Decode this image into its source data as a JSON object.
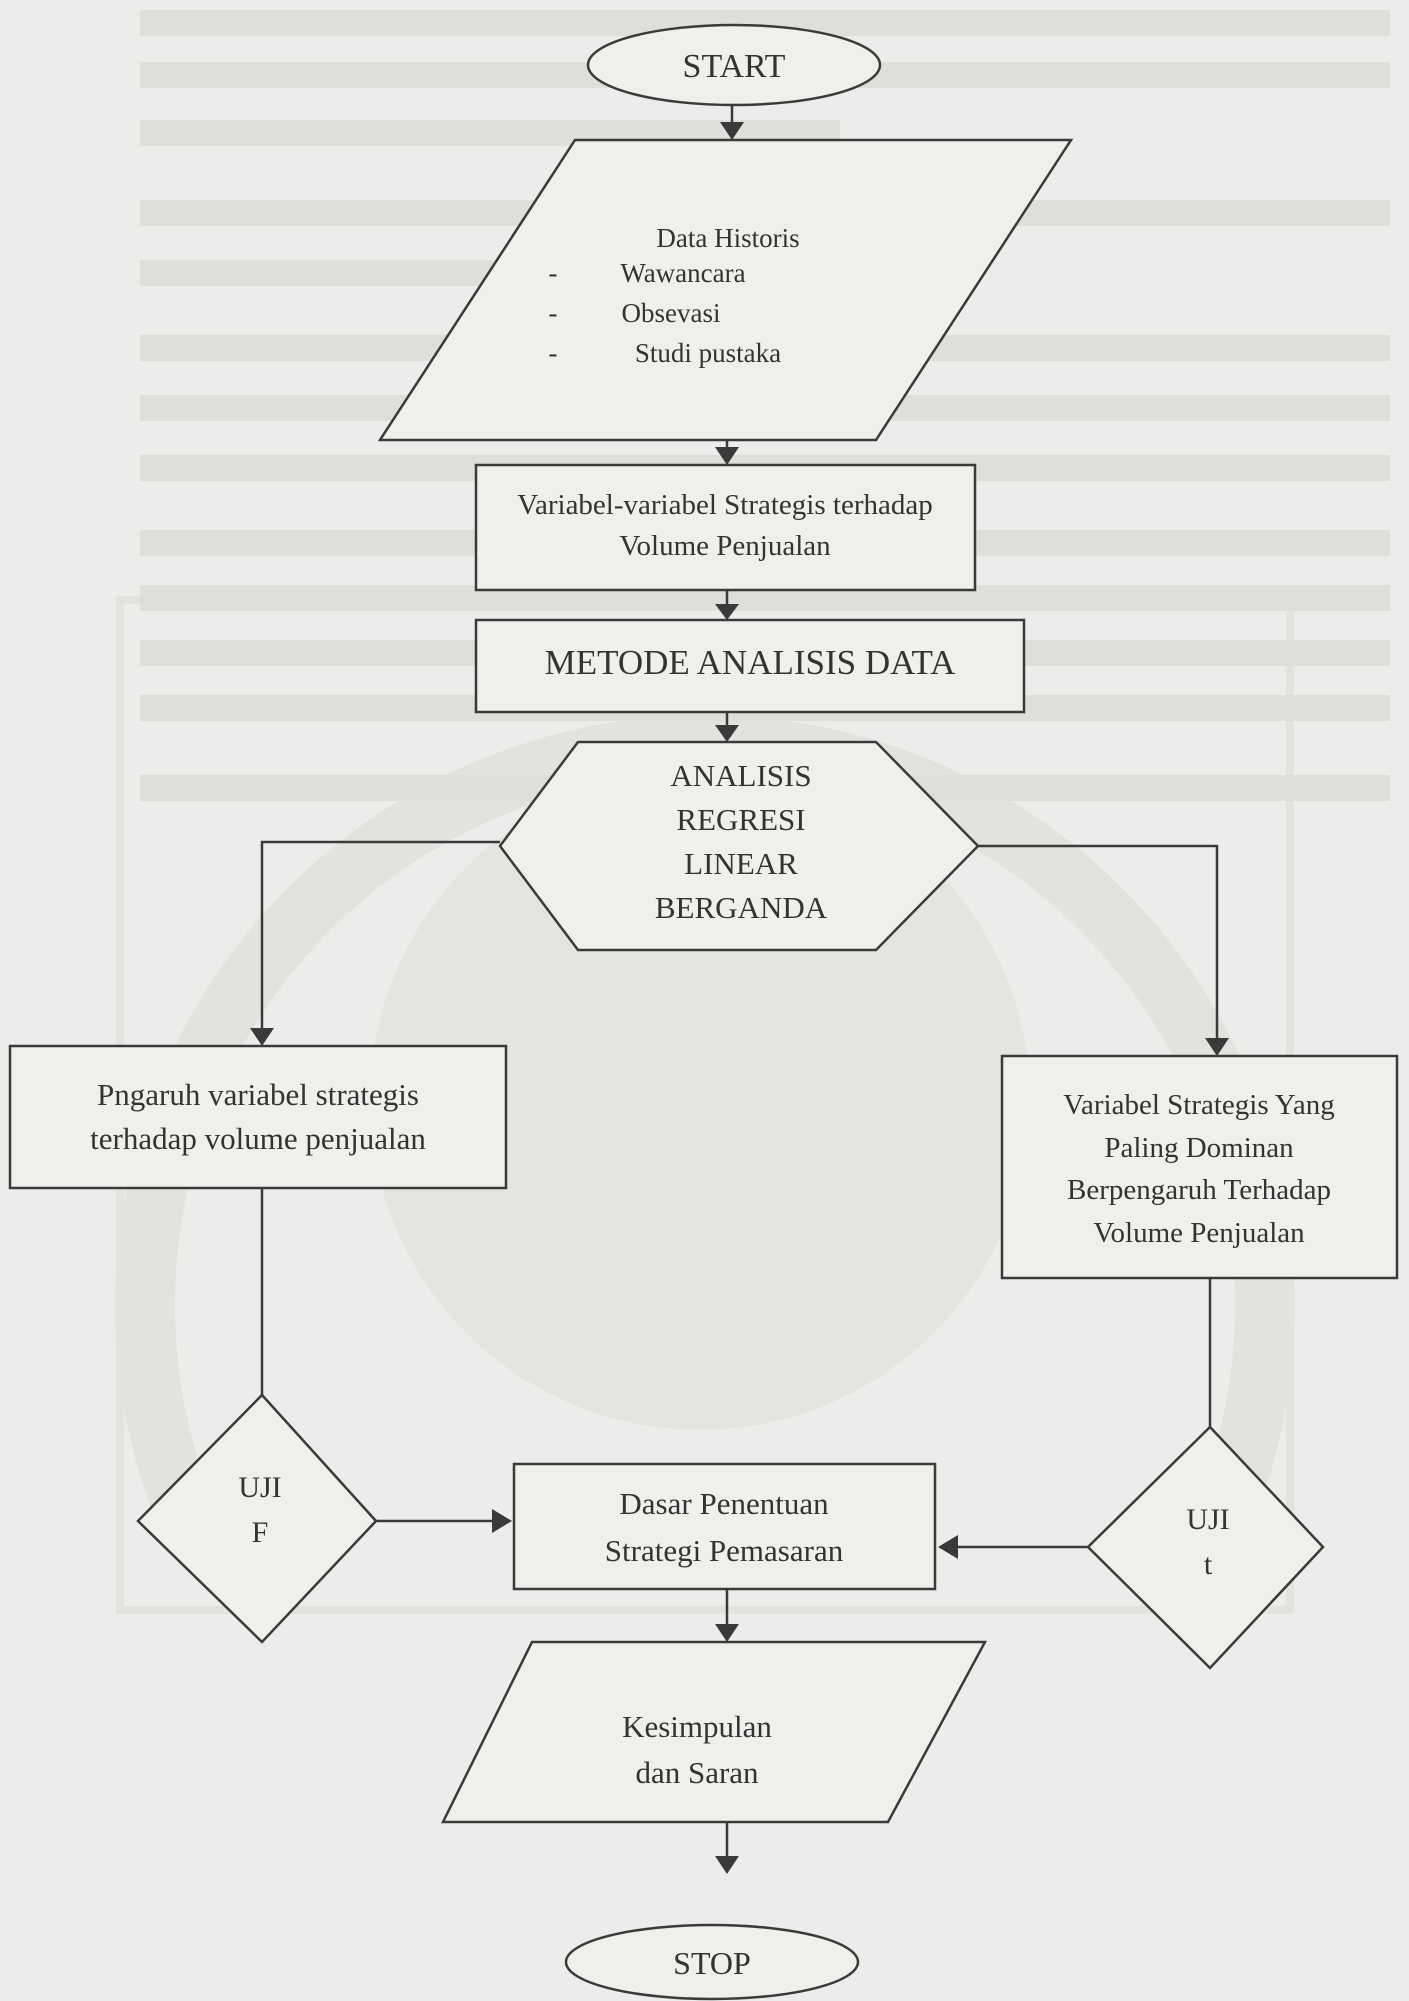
{
  "diagram": {
    "nodes": {
      "start": "START",
      "data_title": "Data Historis",
      "data_items": [
        "Wawancara",
        "Obsevasi",
        "Studi pustaka"
      ],
      "data_bullet": "-",
      "variables": [
        "Variabel-variabel Strategis terhadap",
        "Volume Penjualan"
      ],
      "method": "METODE ANALISIS DATA",
      "analysis": [
        "ANALISIS",
        "REGRESI",
        "LINEAR",
        "BERGANDA"
      ],
      "left_box": [
        "Pngaruh variabel strategis",
        "terhadap volume penjualan"
      ],
      "right_box": [
        "Variabel Strategis Yang",
        "Paling Dominan",
        "Berpengaruh Terhadap",
        "Volume Penjualan"
      ],
      "uji_f": [
        "UJI",
        "F"
      ],
      "uji_t": [
        "UJI",
        "t"
      ],
      "dasar": [
        "Dasar Penentuan",
        "Strategi Pemasaran"
      ],
      "kesimpulan": [
        "Kesimpulan",
        "dan Saran"
      ],
      "stop": "STOP"
    }
  }
}
